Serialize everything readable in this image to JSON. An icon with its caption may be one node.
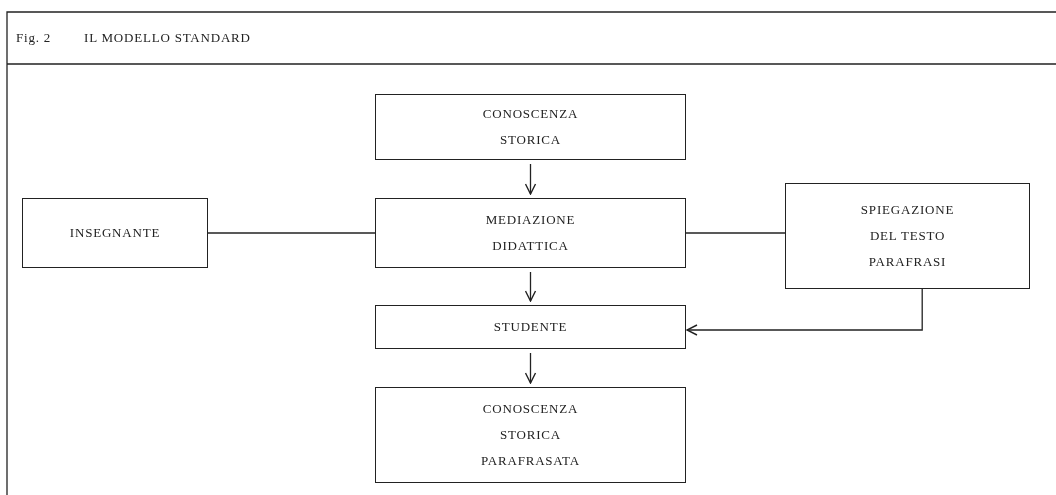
{
  "diagram": {
    "title": "IL MODELLO STANDARD",
    "labels": [
      "Fig. 2"
    ],
    "nodes": [
      {
        "text": [
          "CONOSCENZA STORICA"
        ]
      },
      {
        "text": [
          "INSEGNANTE"
        ]
      },
      {
        "text": [
          "MEDIAZIONE DIDATTICA"
        ]
      },
      {
        "text": [
          "SPIEGAZIONE DEL TESTO PARAFRASI"
        ]
      },
      {
        "text": [
          "STUDENTE"
        ]
      },
      {
        "text": [
          "CONOSCENZA STORICA PARAFRASATA"
        ]
      }
    ],
    "edges": [
      {
        "from": 0,
        "to": 2,
        "arrow": "to"
      },
      {
        "from": 1,
        "to": 2,
        "arrow": "none"
      },
      {
        "from": 2,
        "to": 3,
        "arrow": "none"
      },
      {
        "from": 2,
        "to": 4,
        "arrow": "to"
      },
      {
        "from": 3,
        "to": 4,
        "arrow": "to"
      },
      {
        "from": 4,
        "to": 5,
        "arrow": "to"
      }
    ]
  }
}
